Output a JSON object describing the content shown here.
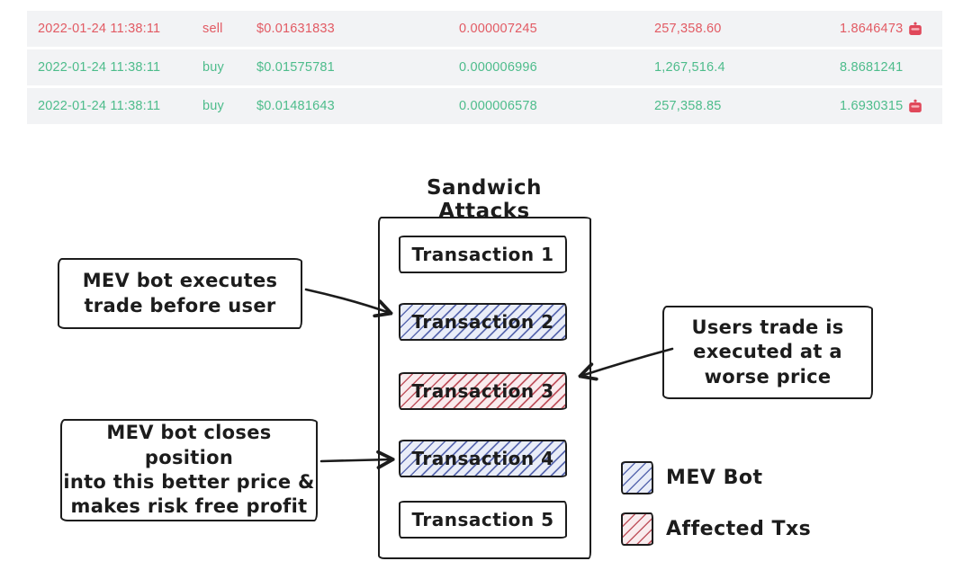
{
  "colors": {
    "sell_red": "#e25a63",
    "buy_green": "#4dbc8b",
    "row_background": "#f2f3f5",
    "ink": "#1c1c1c",
    "mev_hatch_line": "#5b6ab0",
    "mev_hatch_bg": "#e9edf8",
    "affected_hatch_line": "#c05560",
    "affected_hatch_bg": "#f9ecee",
    "bot_icon_red": "#e0485a"
  },
  "table": {
    "rows": [
      {
        "time": "2022-01-24 11:38:11",
        "side": "sell",
        "price": "$0.01631833",
        "amount": "0.000007245",
        "qty": "257,358.60",
        "value": "1.8646473",
        "bot_flag": true,
        "tone": "red"
      },
      {
        "time": "2022-01-24 11:38:11",
        "side": "buy",
        "price": "$0.01575781",
        "amount": "0.000006996",
        "qty": "1,267,516.4",
        "value": "8.8681241",
        "bot_flag": false,
        "tone": "green"
      },
      {
        "time": "2022-01-24 11:38:11",
        "side": "buy",
        "price": "$0.01481643",
        "amount": "0.000006578",
        "qty": "257,358.85",
        "value": "1.6930315",
        "bot_flag": true,
        "tone": "green"
      }
    ]
  },
  "diagram": {
    "title": "Sandwich Attacks",
    "transactions": [
      {
        "label": "Transaction 1",
        "type": "normal"
      },
      {
        "label": "Transaction 2",
        "type": "mev"
      },
      {
        "label": "Transaction 3",
        "type": "affected"
      },
      {
        "label": "Transaction 4",
        "type": "mev"
      },
      {
        "label": "Transaction 5",
        "type": "normal"
      }
    ],
    "callouts": {
      "front_run": "MEV bot executes\ntrade before user",
      "victim": "Users trade is\nexecuted at a\nworse price",
      "back_run": "MEV bot closes position\ninto this better price &\nmakes risk free profit"
    },
    "legend": {
      "mev": "MEV Bot",
      "affected": "Affected Txs"
    }
  }
}
